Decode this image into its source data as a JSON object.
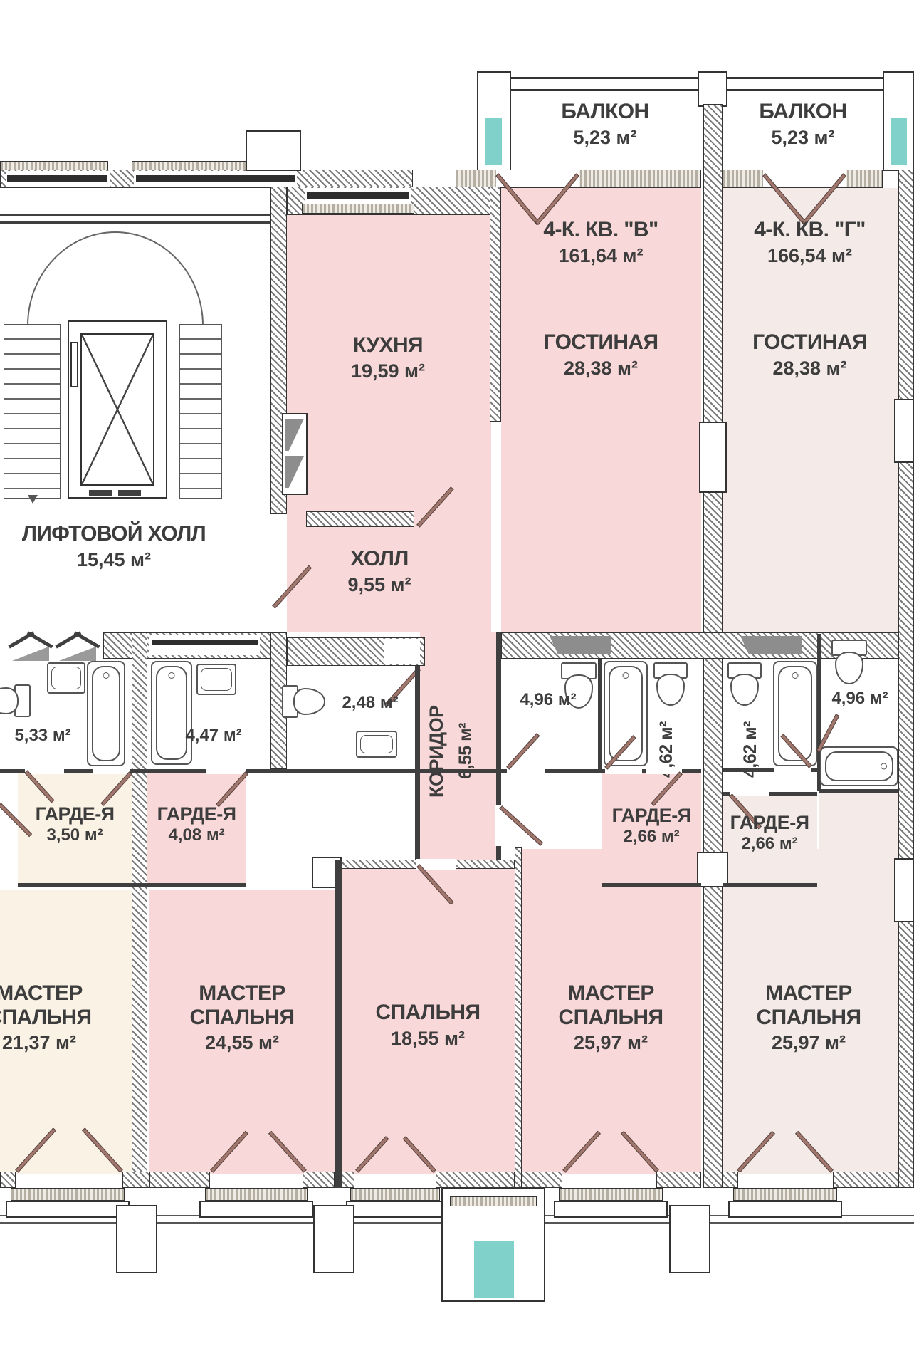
{
  "colors": {
    "apartment_b_fill": "#f8d8d8",
    "apartment_g_fill": "#f4ebe9",
    "apartment_left_fill": "#fbf2e6",
    "window_accent": "#7fd1c9",
    "wall": "#3a3a3a",
    "door_leaf": "#a0766d",
    "label_text": "#3d3d3d"
  },
  "plan": {
    "balconies": [
      {
        "name": "БАЛКОН",
        "area": "5,23 м²"
      },
      {
        "name": "БАЛКОН",
        "area": "5,23 м²"
      }
    ],
    "apartments": [
      {
        "title": "4-К. КВ. \"В\"",
        "area": "161,64 м²"
      },
      {
        "title": "4-К. КВ. \"Г\"",
        "area": "166,54 м²"
      }
    ],
    "rooms": [
      {
        "name": "КУХНЯ",
        "area": "19,59 м²"
      },
      {
        "name": "ГОСТИНАЯ",
        "area": "28,38 м²"
      },
      {
        "name": "ГОСТИНАЯ",
        "area": "28,38 м²"
      },
      {
        "name": "ЛИФТОВОЙ ХОЛЛ",
        "area": "15,45 м²"
      },
      {
        "name": "ХОЛЛ",
        "area": "9,55 м²"
      },
      {
        "name": "КОРИДОР",
        "area": "6,55 м²"
      },
      {
        "name": "",
        "area": "2,48 м²"
      },
      {
        "name": "",
        "area": "4,96 м²"
      },
      {
        "name": "",
        "area": "4,62 м²"
      },
      {
        "name": "",
        "area": "4,62 м²"
      },
      {
        "name": "",
        "area": "4,96 м²"
      },
      {
        "name": "",
        "area": "5,33 м²"
      },
      {
        "name": "",
        "area": "4,47 м²"
      },
      {
        "name": "ГАРДЕ-Я",
        "area": "3,50 м²"
      },
      {
        "name": "ГАРДЕ-Я",
        "area": "4,08 м²"
      },
      {
        "name": "ГАРДЕ-Я",
        "area": "2,66 м²"
      },
      {
        "name": "ГАРДЕ-Я",
        "area": "2,66 м²"
      },
      {
        "name": "МАСТЕР СПАЛЬНЯ",
        "area": "21,37 м²"
      },
      {
        "name": "МАСТЕР СПАЛЬНЯ",
        "area": "24,55 м²"
      },
      {
        "name": "СПАЛЬНЯ",
        "area": "18,55 м²"
      },
      {
        "name": "МАСТЕР СПАЛЬНЯ",
        "area": "25,97 м²"
      },
      {
        "name": "МАСТЕР СПАЛЬНЯ",
        "area": "25,97 м²"
      }
    ]
  }
}
